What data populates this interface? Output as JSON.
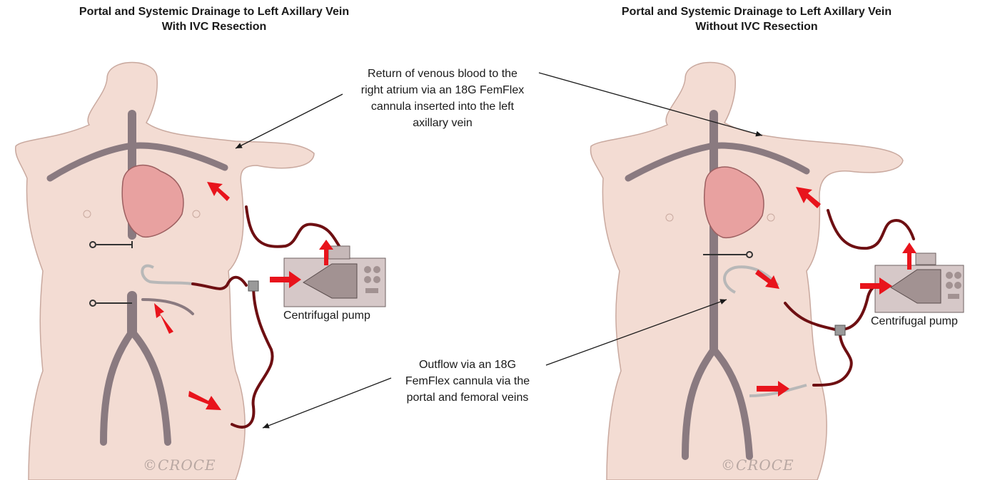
{
  "titles": {
    "left": {
      "line1": "Portal and Systemic Drainage to Left Axillary Vein",
      "line2": "With IVC Resection"
    },
    "right": {
      "line1": "Portal and Systemic Drainage to Left Axillary Vein",
      "line2": "Without IVC Resection"
    }
  },
  "callouts": {
    "return": [
      "Return of venous blood to the",
      "right atrium via an 18G FemFlex",
      "cannula inserted into the left",
      "axillary vein"
    ],
    "outflow": [
      "Outflow via an 18G",
      "FemFlex cannula via the",
      "portal and femoral veins"
    ]
  },
  "pump_labels": {
    "left": "Centrifugal pump",
    "right": "Centrifugal pump"
  },
  "signature": "©CROCE",
  "colors": {
    "skin": "#f3dcd3",
    "skin_outline": "#c9a99f",
    "vein": "#8a7a80",
    "heart": "#e8a1a0",
    "tubing": "#6e0f12",
    "arrow": "#e8141c",
    "pump_body": "#d6c8c8",
    "pump_panel": "#a29292"
  }
}
